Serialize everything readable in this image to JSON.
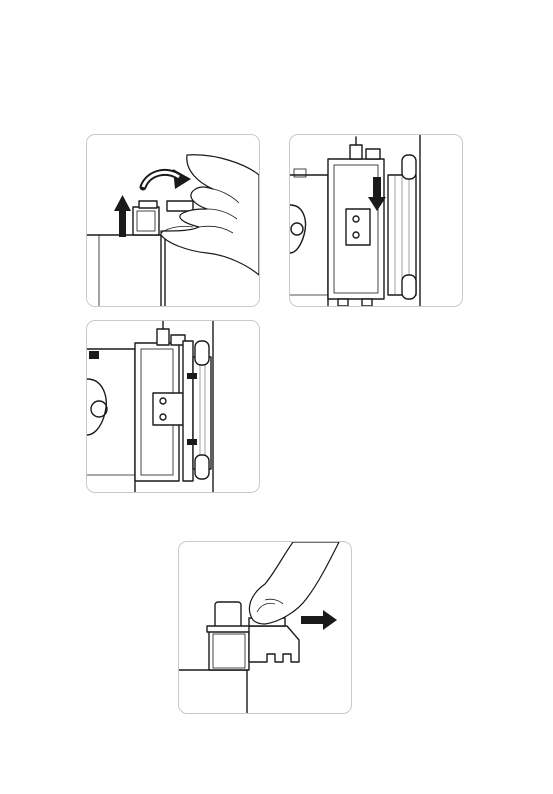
{
  "figures": [
    {
      "id": "step-lift-and-rotate-cap"
    },
    {
      "id": "step-slide-down-bracket"
    },
    {
      "id": "step-bracket-locked"
    },
    {
      "id": "step-push-tab-release"
    }
  ],
  "colors": {
    "line": "#1a1a1a",
    "border": "#c9c9c9",
    "background": "#ffffff"
  },
  "icons": [
    "up-arrow-icon",
    "curved-arrow-icon",
    "down-arrow-icon",
    "right-arrow-icon",
    "hand-icon",
    "screw-icon"
  ]
}
